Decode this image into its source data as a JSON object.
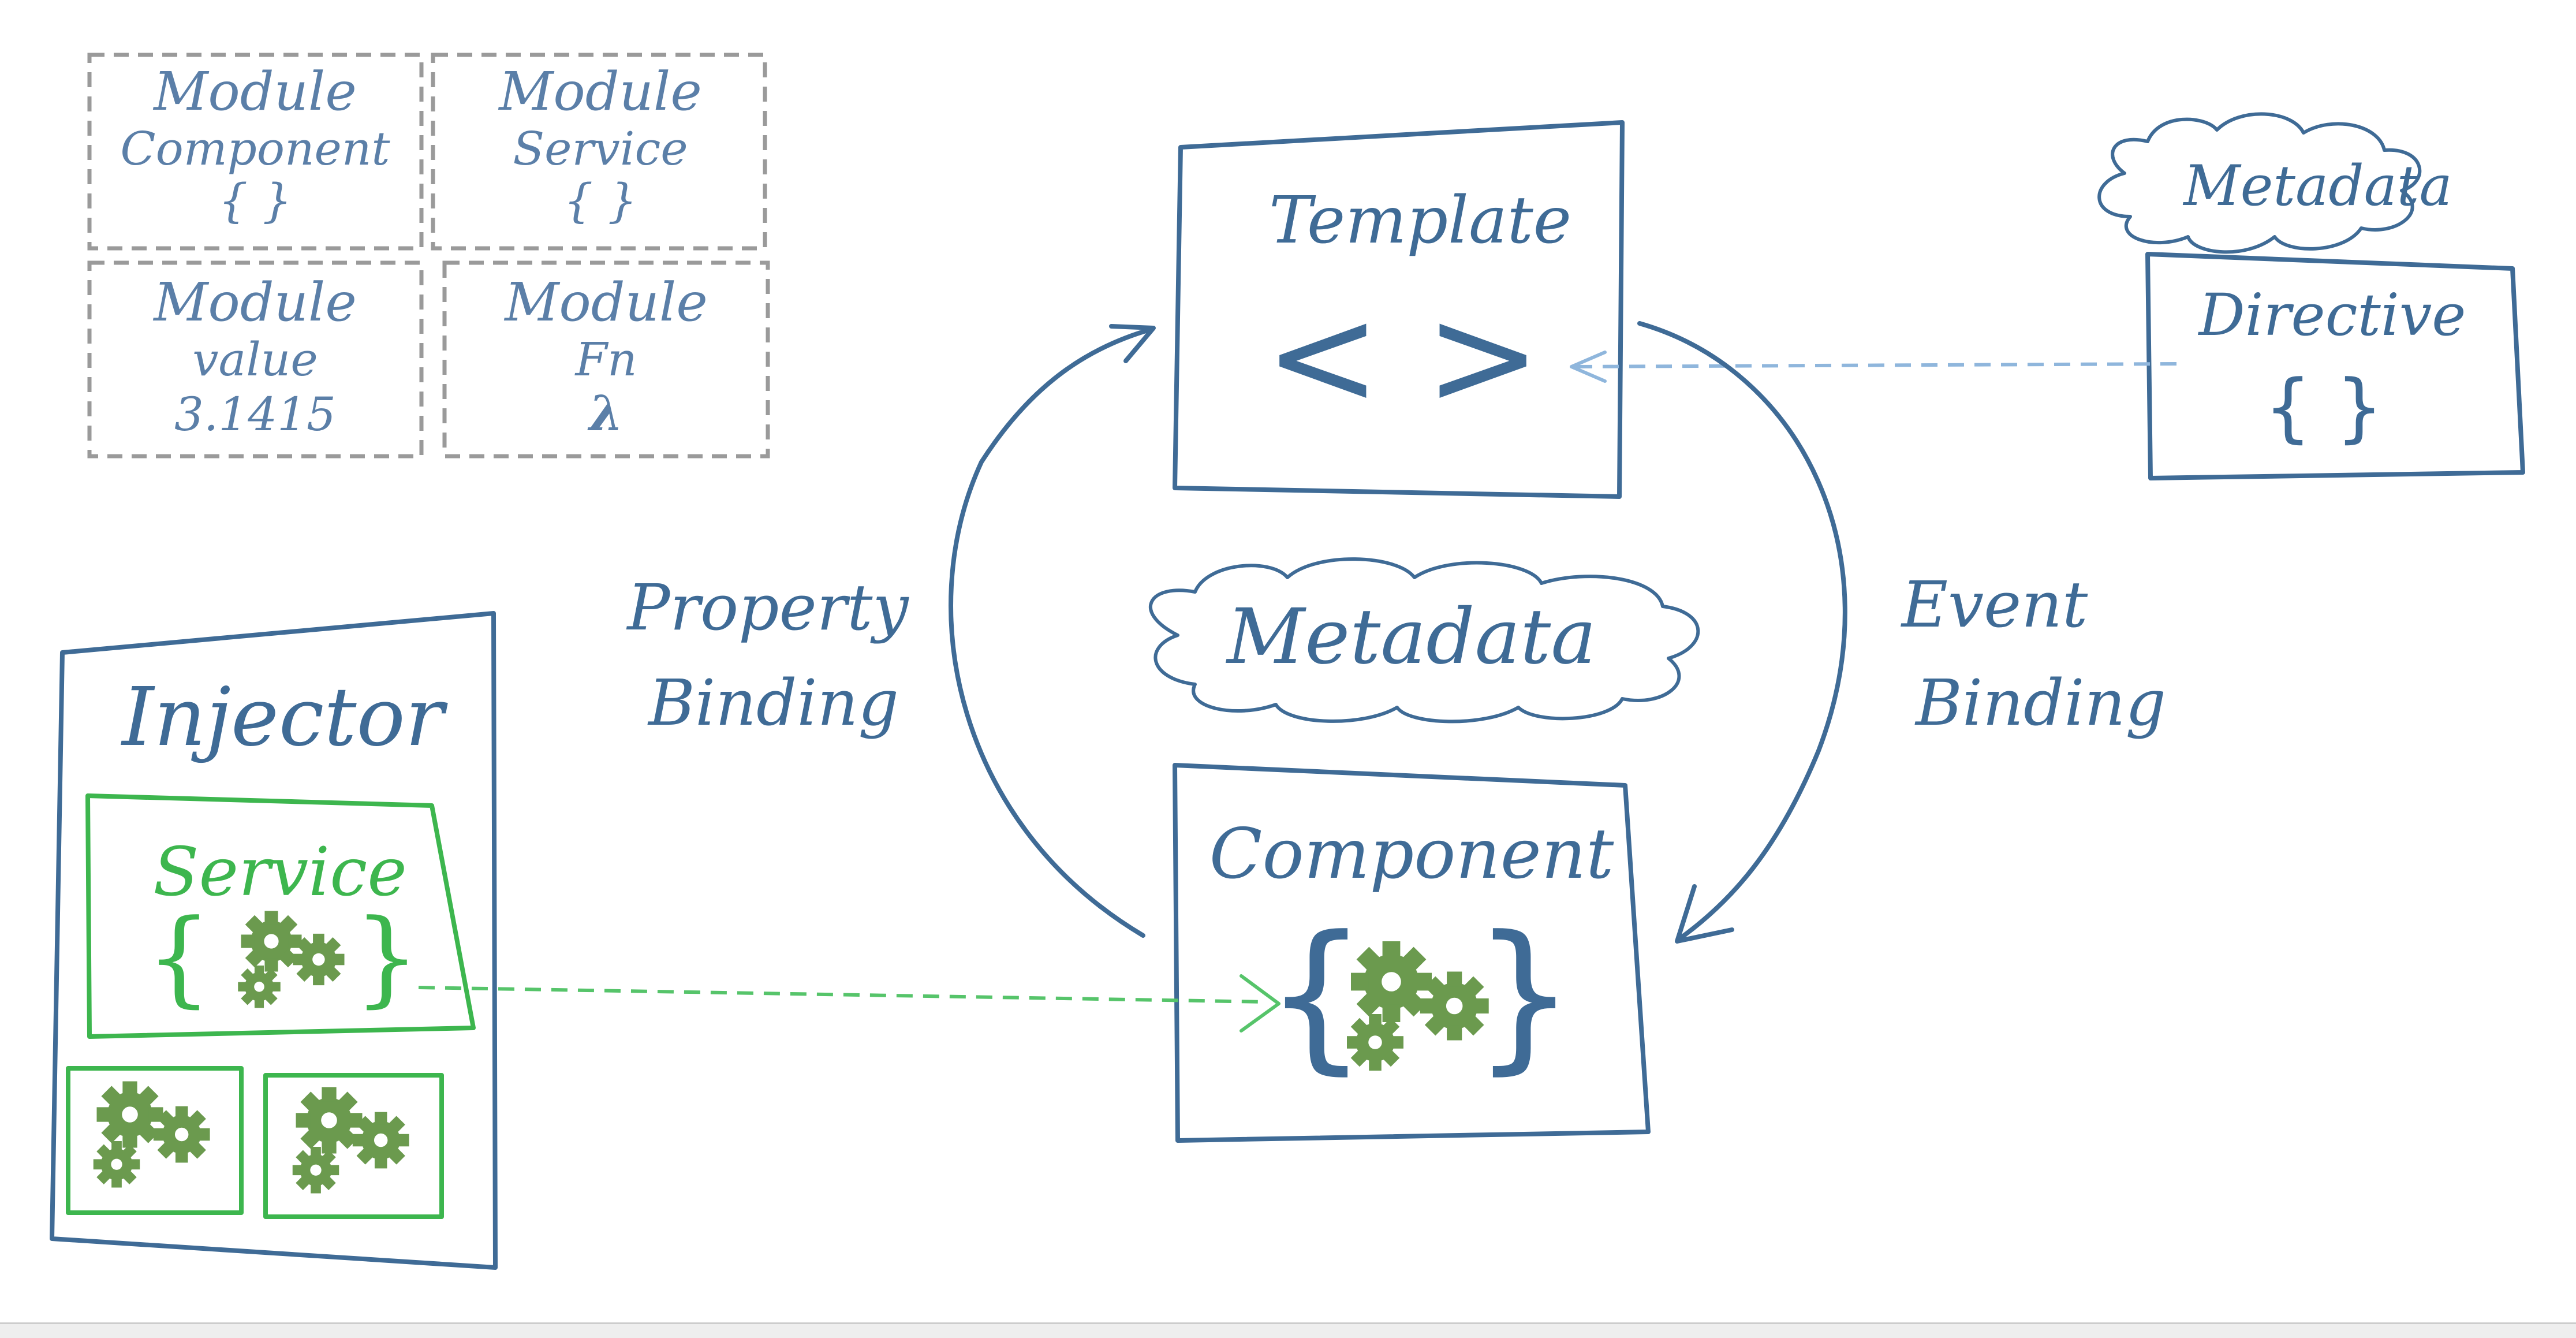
{
  "modules": {
    "component": {
      "title": "Module",
      "sub": "Component",
      "value": "{ }"
    },
    "service": {
      "title": "Module",
      "sub": "Service",
      "value": "{ }"
    },
    "value": {
      "title": "Module",
      "sub": "value",
      "value": "3.1415"
    },
    "fn": {
      "title": "Module",
      "sub": "Fn",
      "value": "λ"
    }
  },
  "template": {
    "title": "Template",
    "glyph": "< >"
  },
  "metadata_top": "Metadata",
  "directive": {
    "title": "Directive",
    "braces": "{ }"
  },
  "metadata_center": "Metadata",
  "property_binding": {
    "line1": "Property",
    "line2": "Binding"
  },
  "event_binding": {
    "line1": "Event",
    "line2": "Binding"
  },
  "injector": {
    "title": "Injector",
    "service_label": "Service"
  },
  "component": {
    "title": "Component"
  },
  "colors": {
    "ink": "#3f6b96",
    "green": "#3db64e",
    "gear": "#6b9a4e",
    "dashed_gray": "#9a9a9a",
    "dashed_blue": "#8fb6dc",
    "dashed_green": "#56c46a"
  }
}
